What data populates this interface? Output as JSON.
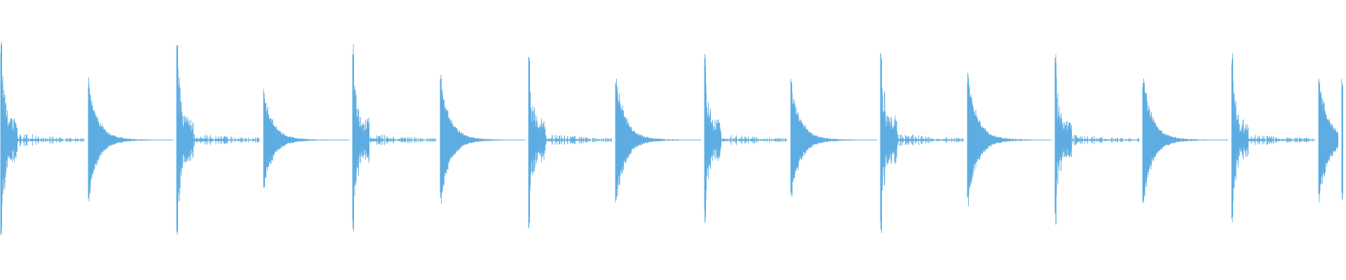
{
  "waveform": {
    "color": "#5DADE2",
    "background": "#ffffff",
    "hits": [
      {
        "type": "sharp",
        "peak": 0.72
      },
      {
        "type": "decay",
        "peak": 0.46
      },
      {
        "type": "sharp",
        "peak": 0.75
      },
      {
        "type": "decay",
        "peak": 0.38
      },
      {
        "type": "sharp",
        "peak": 0.7
      },
      {
        "type": "decay",
        "peak": 0.5
      },
      {
        "type": "sharp",
        "peak": 0.65
      },
      {
        "type": "decay",
        "peak": 0.52
      },
      {
        "type": "sharp",
        "peak": 0.62
      },
      {
        "type": "decay",
        "peak": 0.47
      },
      {
        "type": "sharp",
        "peak": 0.71
      },
      {
        "type": "decay",
        "peak": 0.52
      },
      {
        "type": "sharp",
        "peak": 0.62
      },
      {
        "type": "decay",
        "peak": 0.51
      },
      {
        "type": "sharp",
        "peak": 0.63
      },
      {
        "type": "decay",
        "peak": 0.5
      },
      {
        "type": "decay",
        "peak": 0.49
      }
    ]
  }
}
